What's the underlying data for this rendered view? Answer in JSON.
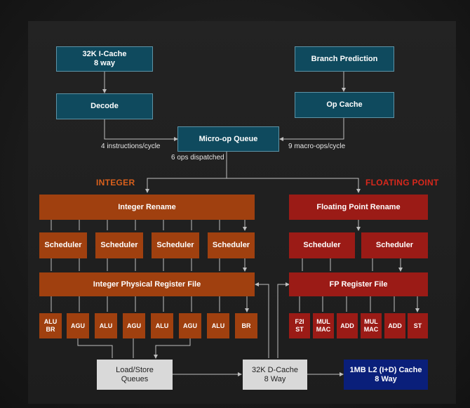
{
  "colors": {
    "frontend_box": "#0f4a5e",
    "integer_box": "#a0400f",
    "fp_box": "#9b1b16",
    "memory_box": "#d9d9d9",
    "l2_box": "#0a1f7a",
    "integer_heading": "#d9601c",
    "fp_heading": "#d8281c",
    "connector": "#bfbfbf"
  },
  "frontend": {
    "icache": "32K I-Cache\n8 way",
    "branch_prediction": "Branch Prediction",
    "decode": "Decode",
    "op_cache": "Op Cache",
    "microop_queue": "Micro-op Queue",
    "decode_rate": "4 instructions/cycle",
    "opcache_rate": "9 macro-ops/cycle",
    "dispatch_rate": "6 ops dispatched"
  },
  "integer": {
    "heading": "INTEGER",
    "rename": "Integer Rename",
    "schedulers": [
      "Scheduler",
      "Scheduler",
      "Scheduler",
      "Scheduler"
    ],
    "register_file": "Integer Physical Register File",
    "units": [
      "ALU\nBR",
      "AGU",
      "ALU",
      "AGU",
      "ALU",
      "AGU",
      "ALU",
      "BR"
    ]
  },
  "floating_point": {
    "heading": "FLOATING POINT",
    "rename": "Floating Point Rename",
    "schedulers": [
      "Scheduler",
      "Scheduler"
    ],
    "register_file": "FP Register File",
    "units": [
      "F2I\nST",
      "MUL\nMAC",
      "ADD",
      "MUL\nMAC",
      "ADD",
      "ST"
    ]
  },
  "memory": {
    "load_store": "Load/Store\nQueues",
    "dcache": "32K D-Cache\n8 Way",
    "l2": "1MB L2 (I+D) Cache\n8 Way"
  }
}
